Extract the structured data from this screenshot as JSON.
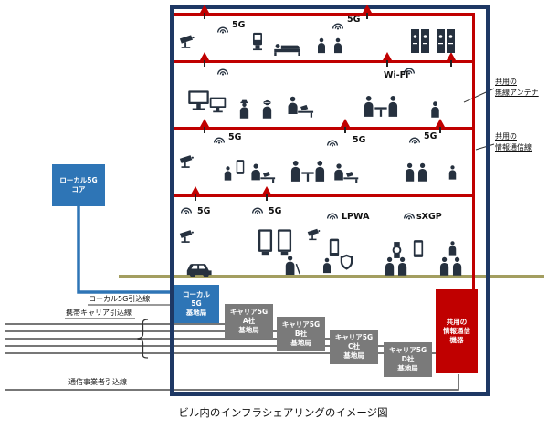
{
  "labels": {
    "five_g": "5G",
    "wifi": "Wi-Fi",
    "lpwa": "LPWA",
    "sxgp": "sXGP"
  },
  "boxes": {
    "local_core": "ローカル5G\nコア",
    "local_bs": "ローカル\n5G\n基地局",
    "carrier_a": "キャリア5G\nA社\n基地局",
    "carrier_b": "キャリア5G\nB社\n基地局",
    "carrier_c": "キャリア5G\nC社\n基地局",
    "carrier_d": "キャリア5G\nD社\n基地局",
    "shared_equipment": "共用の\n情報通信\n機器"
  },
  "annotations": {
    "shared_antenna": "共用の\n無線アンテナ",
    "shared_line": "共用の\n情報通信線",
    "local5g_leadin": "ローカル5G引込線",
    "carrier_leadin": "携帯キャリア引込線",
    "telecom_leadin": "通信事業者引込線"
  },
  "caption": "ビル内のインフラシェアリングのイメージ図",
  "colors": {
    "floor_line_red": "#c00000",
    "local5g_blue": "#2e75b6",
    "building_navy": "#1e3864",
    "carrier_gray": "#7a7a7a",
    "ground_tan": "#a39e60"
  },
  "icons": {
    "antenna": "red triangle on stem",
    "signal-waves": "wireless arc waves",
    "security-camera": "cctv silhouette",
    "kiosk": "standing kiosk terminal",
    "bed": "hospital bed with person",
    "person": "standing person silhouette",
    "people-pair": "two persons",
    "guard": "security guard with cap",
    "vr-person": "person wearing VR headset",
    "person-cane": "person with cane",
    "desk-worker": "person at desk with laptop",
    "meeting": "two people at table",
    "monitor": "desktop monitor",
    "locker": "locker cabinet",
    "car": "car silhouette",
    "phone": "smartphone",
    "signage": "digital signage display",
    "watch": "smart watch",
    "shield": "security shield"
  }
}
